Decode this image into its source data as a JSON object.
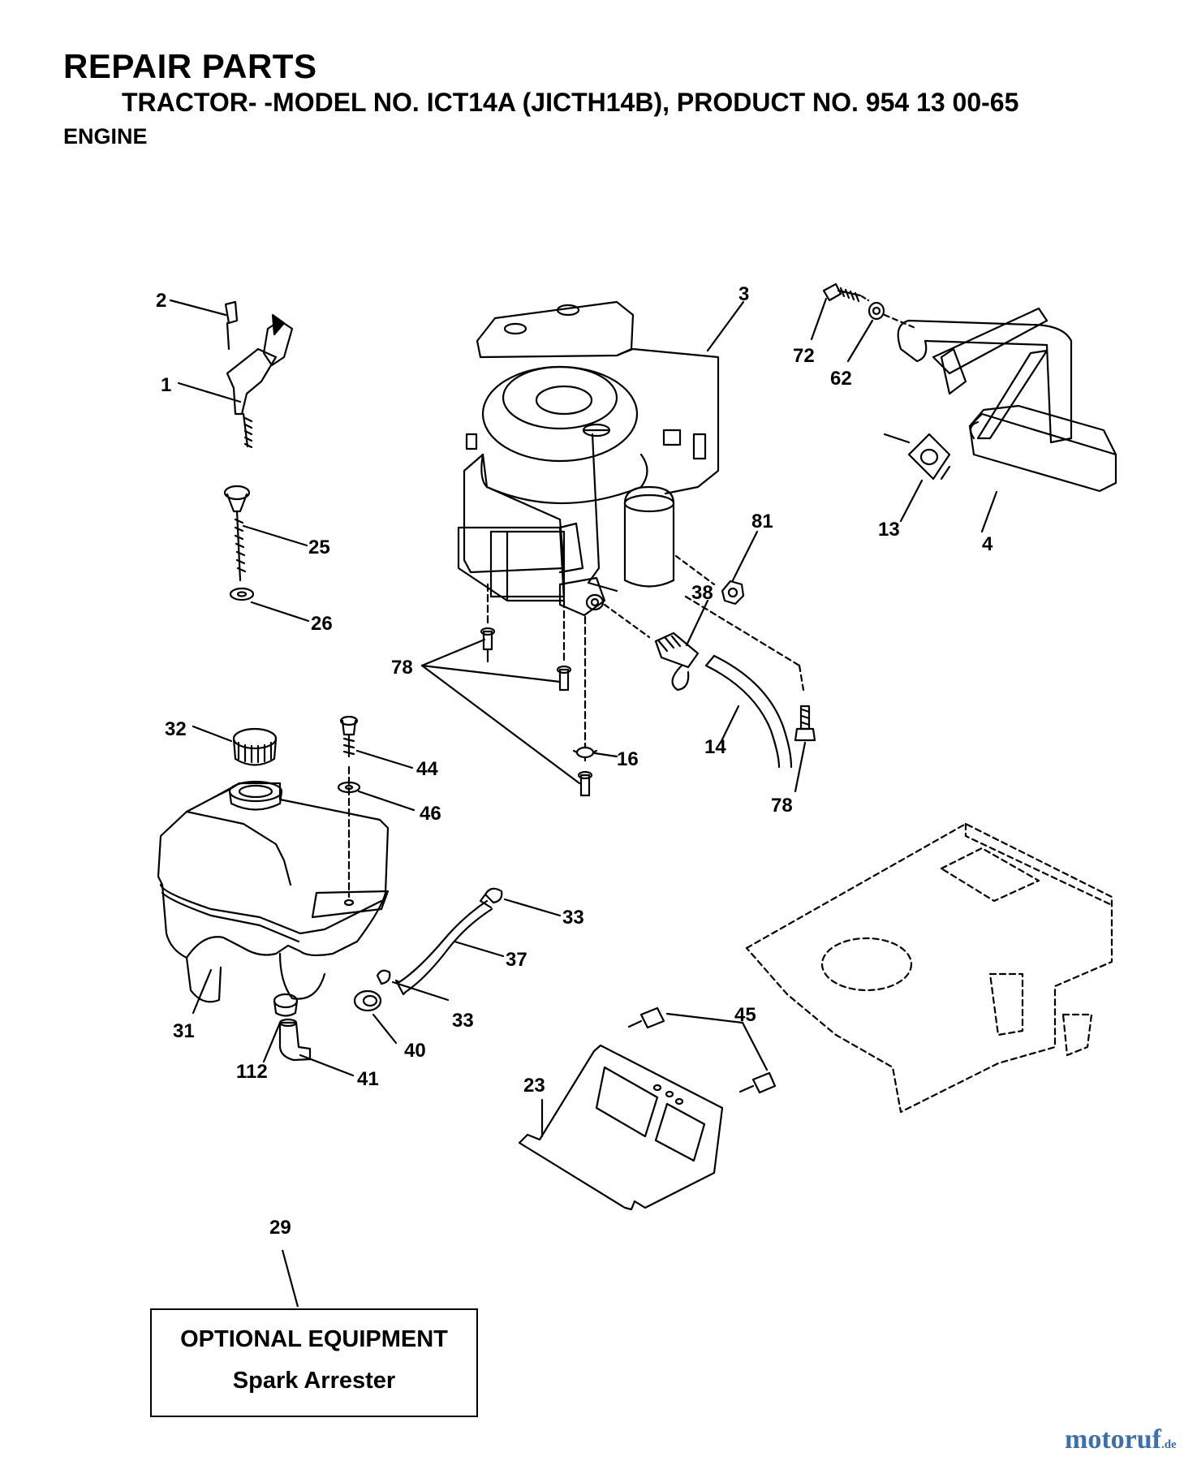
{
  "header": {
    "title": "REPAIR PARTS",
    "subtitle": "TRACTOR- -MODEL NO. ICT14A (JICTH14B), PRODUCT NO. 954 13 00-65",
    "section": "ENGINE"
  },
  "callouts": {
    "c1": "1",
    "c2": "2",
    "c3": "3",
    "c4": "4",
    "c13": "13",
    "c14": "14",
    "c16": "16",
    "c23": "23",
    "c25": "25",
    "c26": "26",
    "c29": "29",
    "c31": "31",
    "c32": "32",
    "c33a": "33",
    "c33b": "33",
    "c37": "37",
    "c38": "38",
    "c40": "40",
    "c41": "41",
    "c44": "44",
    "c45": "45",
    "c46": "46",
    "c62": "62",
    "c72": "72",
    "c78a": "78",
    "c78b": "78",
    "c81": "81",
    "c112": "112"
  },
  "optional_box": {
    "line1": "OPTIONAL EQUIPMENT",
    "line2": "Spark Arrester"
  },
  "watermark": {
    "brand": "motoruf",
    "suffix": ".de"
  }
}
